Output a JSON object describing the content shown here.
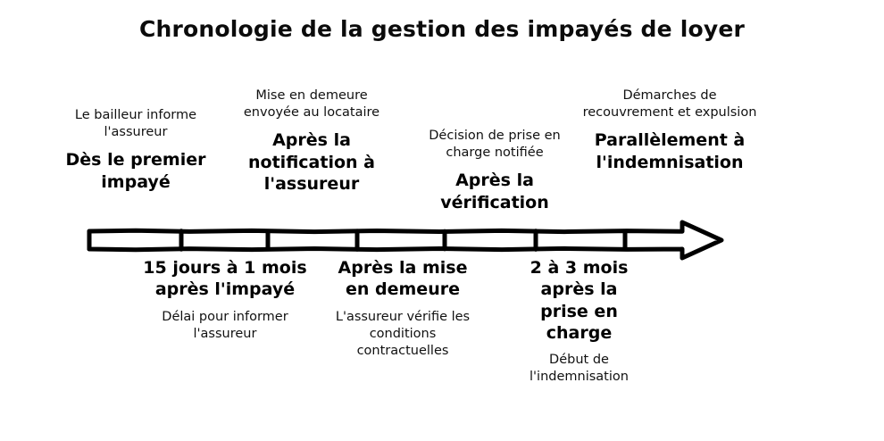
{
  "title": "Chronologie de la gestion des impayés de loyer",
  "timeline": {
    "arrow_color": "#000000",
    "background_color": "#ffffff",
    "segment_count": 7,
    "direction": "left-to-right"
  },
  "milestones_above": [
    {
      "description": "Le bailleur informe l'assureur",
      "label": "Dès le premier impayé"
    },
    {
      "description": "Mise en demeure envoyée au locataire",
      "label": "Après la notification à l'assureur"
    },
    {
      "description": "Décision de prise en charge notifiée",
      "label": "Après la vérification"
    },
    {
      "description": "Démarches de recouvrement et expulsion",
      "label": "Parallèlement à l'indemnisation"
    }
  ],
  "milestones_below": [
    {
      "label": "15 jours à 1 mois après l'impayé",
      "description": "Délai pour informer l'assureur"
    },
    {
      "label": "Après la mise en demeure",
      "description": "L'assureur vérifie les conditions contractuelles"
    },
    {
      "label": "2 à 3 mois après la prise en charge",
      "description": "Début de l'indemnisation"
    }
  ]
}
